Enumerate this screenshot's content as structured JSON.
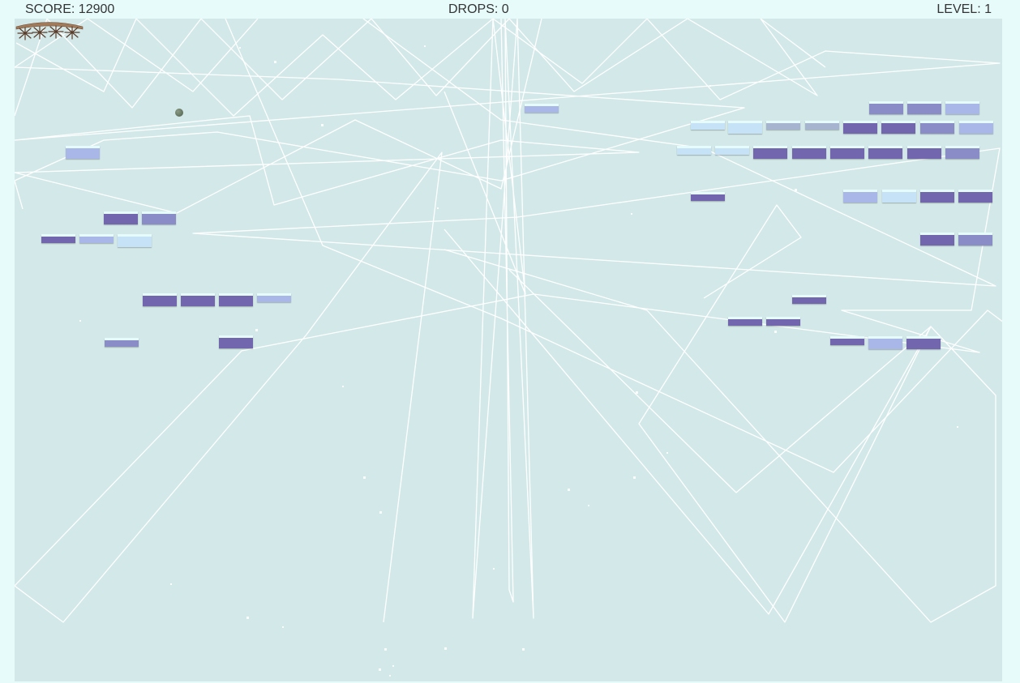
{
  "hud": {
    "score_label": "SCORE: 12900",
    "drops_label": "DROPS: 0",
    "level_label": "LEVEL: 1"
  },
  "colors": {
    "background": "#e8fbfb",
    "playfield": "#d3e8e8",
    "trail": "#ffffff",
    "brick_dark": "#7266ae",
    "brick_mid": "#8a8cc8",
    "brick_light": "#a8b6e8",
    "brick_pale": "#c6e2f6",
    "brick_grey": "#a6b4d0",
    "ball": "#5b6b58",
    "paddle": "#a07a5a"
  },
  "bricks": [
    {
      "tone": "brick_mid"
    },
    {
      "tone": "brick_mid"
    },
    {
      "tone": "brick_light"
    },
    {
      "tone": "brick_pale"
    },
    {
      "tone": "brick_pale"
    },
    {
      "tone": "brick_grey"
    },
    {
      "tone": "brick_grey"
    },
    {
      "tone": "brick_dark"
    },
    {
      "tone": "brick_dark"
    },
    {
      "tone": "brick_mid"
    },
    {
      "tone": "brick_light"
    },
    {
      "tone": "brick_pale"
    },
    {
      "tone": "brick_pale"
    },
    {
      "tone": "brick_dark"
    },
    {
      "tone": "brick_dark"
    },
    {
      "tone": "brick_dark"
    },
    {
      "tone": "brick_dark"
    },
    {
      "tone": "brick_dark"
    },
    {
      "tone": "brick_mid"
    },
    {
      "tone": "brick_light"
    },
    {
      "tone": "brick_pale"
    },
    {
      "tone": "brick_dark"
    },
    {
      "tone": "brick_dark"
    },
    {
      "tone": "brick_dark"
    },
    {
      "tone": "brick_mid"
    },
    {
      "tone": "brick_light"
    },
    {
      "tone": "brick_dark"
    },
    {
      "tone": "brick_mid"
    },
    {
      "tone": "brick_dark"
    },
    {
      "tone": "brick_light"
    },
    {
      "tone": "brick_pale"
    },
    {
      "tone": "brick_light"
    },
    {
      "tone": "brick_dark"
    },
    {
      "tone": "brick_dark"
    },
    {
      "tone": "brick_dark"
    },
    {
      "tone": "brick_dark"
    },
    {
      "tone": "brick_light"
    },
    {
      "tone": "brick_mid"
    },
    {
      "tone": "brick_dark"
    },
    {
      "tone": "brick_dark"
    },
    {
      "tone": "brick_dark"
    },
    {
      "tone": "brick_dark"
    },
    {
      "tone": "brick_dark"
    },
    {
      "tone": "brick_light"
    },
    {
      "tone": "brick_dark"
    }
  ]
}
